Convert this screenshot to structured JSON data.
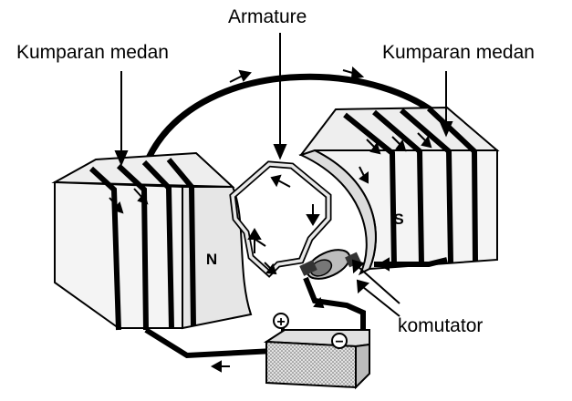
{
  "labels": {
    "field_coil_left": "Kumparan medan",
    "field_coil_right": "Kumparan medan",
    "armature": "Armature",
    "commutator": "komutator"
  },
  "poles": {
    "north": "N",
    "south": "S"
  },
  "battery": {
    "positive": "+",
    "negative": "−"
  },
  "colors": {
    "ink": "#000000",
    "magnet_face": "#f4f4f4",
    "magnet_side": "#dcdcdc",
    "magnet_top": "#eeeeee",
    "battery_fill": "#c8c8c8"
  }
}
